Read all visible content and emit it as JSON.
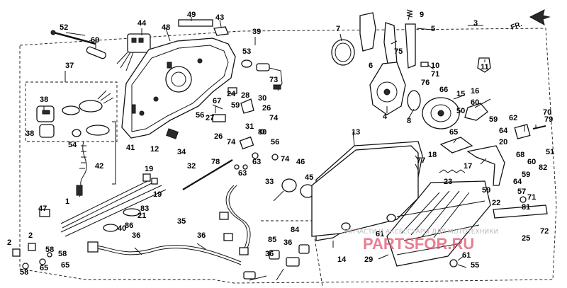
{
  "diagram": {
    "direction_label": "FR.",
    "watermark_text": "ЗАПЧАСТИ И АКСЕССУАРЫ ДЛЯ МОТОТЕХНИКИ",
    "watermark_logo": "PARTSFOR.RU",
    "colors": {
      "line": "#111111",
      "watermark_pink": "#e1546e",
      "watermark_gray": "#bbbbbb"
    },
    "callouts": [
      {
        "id": "c49",
        "text": "49"
      },
      {
        "id": "c43",
        "text": "43"
      },
      {
        "id": "c44",
        "text": "44"
      },
      {
        "id": "c48",
        "text": "48"
      },
      {
        "id": "c52",
        "text": "52"
      },
      {
        "id": "c69",
        "text": "69"
      },
      {
        "id": "c39",
        "text": "39"
      },
      {
        "id": "c53",
        "text": "53"
      },
      {
        "id": "c7",
        "text": "7"
      },
      {
        "id": "c9",
        "text": "9"
      },
      {
        "id": "c3",
        "text": "3"
      },
      {
        "id": "c5",
        "text": "5"
      },
      {
        "id": "c75",
        "text": "75"
      },
      {
        "id": "c6",
        "text": "6"
      },
      {
        "id": "c10",
        "text": "10"
      },
      {
        "id": "c71a",
        "text": "71"
      },
      {
        "id": "c11",
        "text": "11"
      },
      {
        "id": "c37",
        "text": "37"
      },
      {
        "id": "c38a",
        "text": "38"
      },
      {
        "id": "c38b",
        "text": "38"
      },
      {
        "id": "c24",
        "text": "24"
      },
      {
        "id": "c73",
        "text": "73"
      },
      {
        "id": "c28",
        "text": "28"
      },
      {
        "id": "c30",
        "text": "30"
      },
      {
        "id": "c59a",
        "text": "59"
      },
      {
        "id": "c26a",
        "text": "26"
      },
      {
        "id": "c74a",
        "text": "74"
      },
      {
        "id": "c76",
        "text": "76"
      },
      {
        "id": "c66",
        "text": "66"
      },
      {
        "id": "c15",
        "text": "15"
      },
      {
        "id": "c16",
        "text": "16"
      },
      {
        "id": "c4",
        "text": "4"
      },
      {
        "id": "c8",
        "text": "8"
      },
      {
        "id": "c67",
        "text": "67"
      },
      {
        "id": "c56a",
        "text": "56"
      },
      {
        "id": "c27",
        "text": "27"
      },
      {
        "id": "c31",
        "text": "31"
      },
      {
        "id": "c80",
        "text": "80"
      },
      {
        "id": "c26b",
        "text": "26"
      },
      {
        "id": "c74b",
        "text": "74"
      },
      {
        "id": "c12",
        "text": "12"
      },
      {
        "id": "c34",
        "text": "34"
      },
      {
        "id": "c54",
        "text": "54"
      },
      {
        "id": "c41",
        "text": "41"
      },
      {
        "id": "c42",
        "text": "42"
      },
      {
        "id": "c13",
        "text": "13"
      },
      {
        "id": "c60a",
        "text": "60"
      },
      {
        "id": "c50",
        "text": "50"
      },
      {
        "id": "c59b",
        "text": "59"
      },
      {
        "id": "c62",
        "text": "62"
      },
      {
        "id": "c70",
        "text": "70"
      },
      {
        "id": "c79",
        "text": "79"
      },
      {
        "id": "c64a",
        "text": "64"
      },
      {
        "id": "c20",
        "text": "20"
      },
      {
        "id": "c18",
        "text": "18"
      },
      {
        "id": "c65",
        "text": "65"
      },
      {
        "id": "c17",
        "text": "17"
      },
      {
        "id": "c68",
        "text": "68"
      },
      {
        "id": "c60b",
        "text": "60"
      },
      {
        "id": "c82",
        "text": "82"
      },
      {
        "id": "c51",
        "text": "51"
      },
      {
        "id": "c78",
        "text": "78"
      },
      {
        "id": "c63a",
        "text": "63"
      },
      {
        "id": "c56b",
        "text": "56"
      },
      {
        "id": "c63b",
        "text": "63"
      },
      {
        "id": "c74c",
        "text": "74"
      },
      {
        "id": "c46",
        "text": "46"
      },
      {
        "id": "c45",
        "text": "45"
      },
      {
        "id": "c33",
        "text": "33"
      },
      {
        "id": "c32",
        "text": "32"
      },
      {
        "id": "c19a",
        "text": "19"
      },
      {
        "id": "c19b",
        "text": "19"
      },
      {
        "id": "c77",
        "text": "77"
      },
      {
        "id": "c23",
        "text": "23"
      },
      {
        "id": "c59c",
        "text": "59"
      },
      {
        "id": "c64b",
        "text": "64"
      },
      {
        "id": "c59d",
        "text": "59"
      },
      {
        "id": "c57",
        "text": "57"
      },
      {
        "id": "c22",
        "text": "22"
      },
      {
        "id": "c71b",
        "text": "71"
      },
      {
        "id": "c81",
        "text": "81"
      },
      {
        "id": "c25",
        "text": "25"
      },
      {
        "id": "c72",
        "text": "72"
      },
      {
        "id": "c47",
        "text": "47"
      },
      {
        "id": "c83",
        "text": "83"
      },
      {
        "id": "c86",
        "text": "86"
      },
      {
        "id": "c35",
        "text": "35"
      },
      {
        "id": "c36a",
        "text": "36"
      },
      {
        "id": "c36b",
        "text": "36"
      },
      {
        "id": "c21",
        "text": "21"
      },
      {
        "id": "c40",
        "text": "40"
      },
      {
        "id": "c1",
        "text": "1"
      },
      {
        "id": "c61a",
        "text": "61"
      },
      {
        "id": "c14",
        "text": "14"
      },
      {
        "id": "c29",
        "text": "29"
      },
      {
        "id": "c61b",
        "text": "61"
      },
      {
        "id": "c55",
        "text": "55"
      },
      {
        "id": "c85",
        "text": "85"
      },
      {
        "id": "c84",
        "text": "84"
      },
      {
        "id": "c36c",
        "text": "36"
      },
      {
        "id": "c36d",
        "text": "36"
      },
      {
        "id": "c2a",
        "text": "2"
      },
      {
        "id": "c2b",
        "text": "2"
      },
      {
        "id": "c58a",
        "text": "58"
      },
      {
        "id": "c58b",
        "text": "58"
      },
      {
        "id": "c58c",
        "text": "58"
      },
      {
        "id": "c65b",
        "text": "65"
      },
      {
        "id": "c65c",
        "text": "65"
      }
    ]
  }
}
